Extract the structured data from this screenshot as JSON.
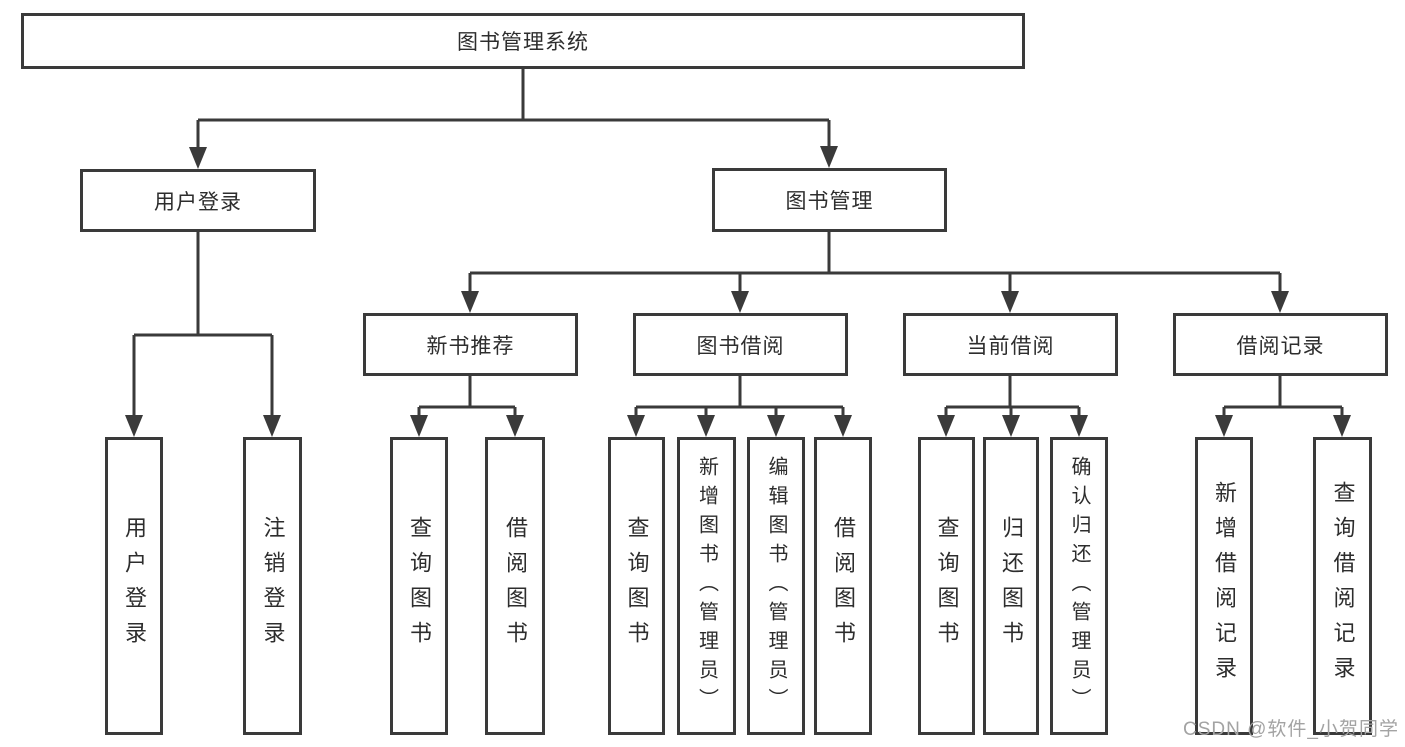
{
  "colors": {
    "box_border": "#3a3a3a",
    "connector_line": "#3a3a3a",
    "text": "#2d2d2d",
    "watermark": "#a3a3a3",
    "background": "#ffffff"
  },
  "watermark": "CSDN @软件_小贺同学",
  "diagram": {
    "root": {
      "label": "图书管理系统"
    },
    "branches": [
      {
        "label": "用户登录",
        "children": [
          {
            "label": "用户登录"
          },
          {
            "label": "注销登录"
          }
        ]
      },
      {
        "label": "图书管理",
        "children": [
          {
            "label": "新书推荐",
            "children": [
              {
                "label": "查询图书"
              },
              {
                "label": "借阅图书"
              }
            ]
          },
          {
            "label": "图书借阅",
            "children": [
              {
                "label": "查询图书"
              },
              {
                "label": "新增图书（管理员）"
              },
              {
                "label": "编辑图书（管理员）"
              },
              {
                "label": "借阅图书"
              }
            ]
          },
          {
            "label": "当前借阅",
            "children": [
              {
                "label": "查询图书"
              },
              {
                "label": "归还图书"
              },
              {
                "label": "确认归还（管理员）"
              }
            ]
          },
          {
            "label": "借阅记录",
            "children": [
              {
                "label": "新增借阅记录"
              },
              {
                "label": "查询借阅记录"
              }
            ]
          }
        ]
      }
    ]
  }
}
